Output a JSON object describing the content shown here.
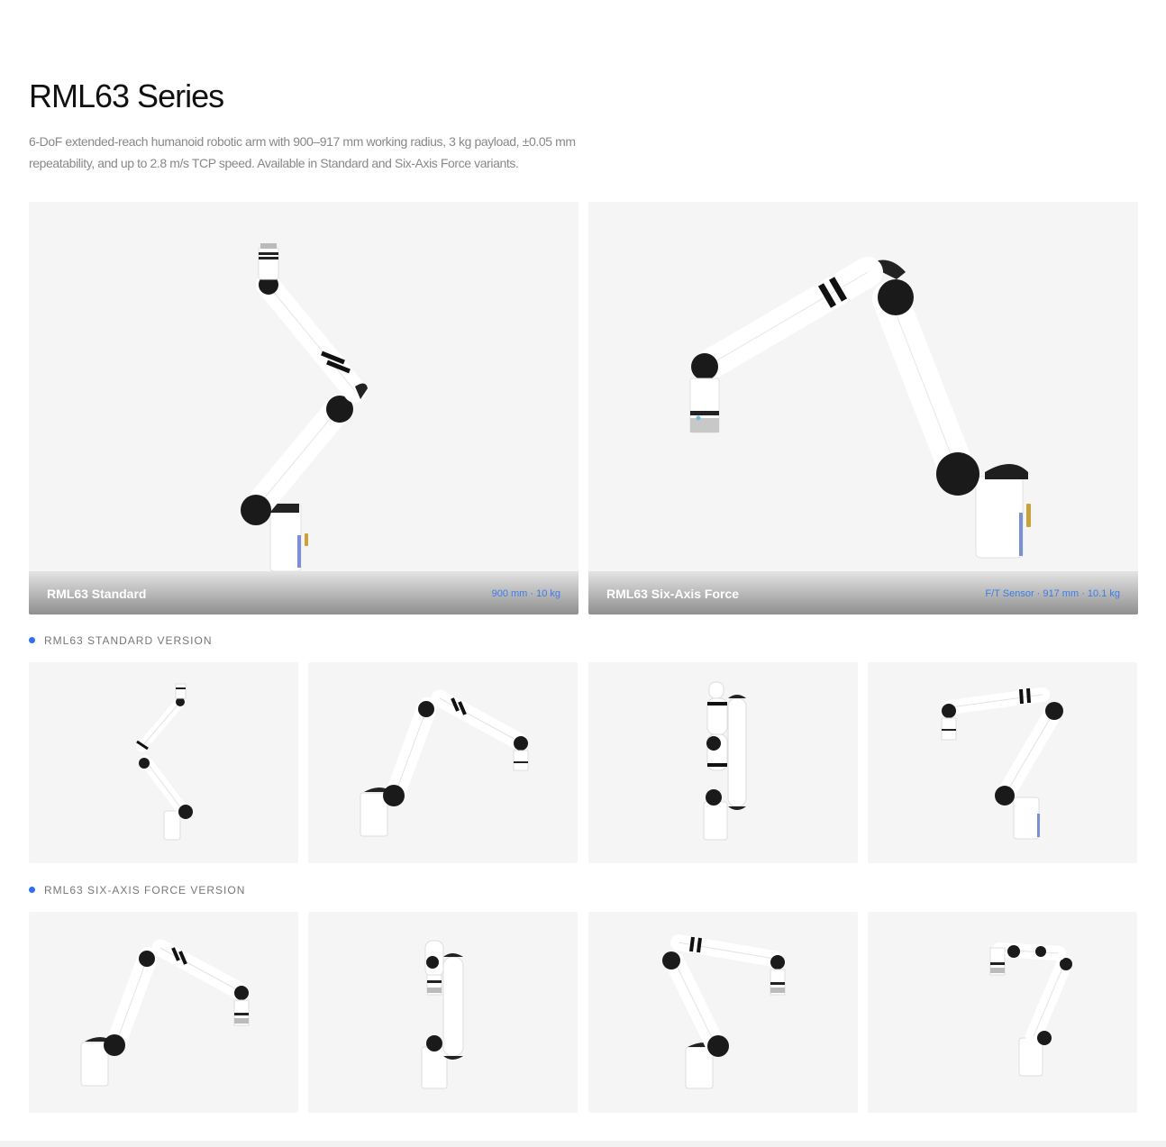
{
  "header": {
    "title": "RML63 Series",
    "description": "6-DoF extended-reach humanoid robotic arm with 900–917 mm working radius, 3 kg payload, ±0.05 mm repeatability, and up to 2.8 m/s TCP speed. Available in Standard and Six-Axis Force variants."
  },
  "heroes": [
    {
      "name": "RML63 Standard",
      "meta": "900 mm · 10 kg"
    },
    {
      "name": "RML63 Six-Axis Force",
      "meta": "F/T Sensor · 917 mm · 10.1 kg"
    }
  ],
  "sections": {
    "standard": {
      "label": "RML63 STANDARD VERSION"
    },
    "force": {
      "label": "RML63 SIX-AXIS FORCE VERSION"
    }
  },
  "colors": {
    "accent": "#2f6ff0",
    "meta_text": "#3d7de8",
    "card_bg": "#f5f5f5"
  }
}
